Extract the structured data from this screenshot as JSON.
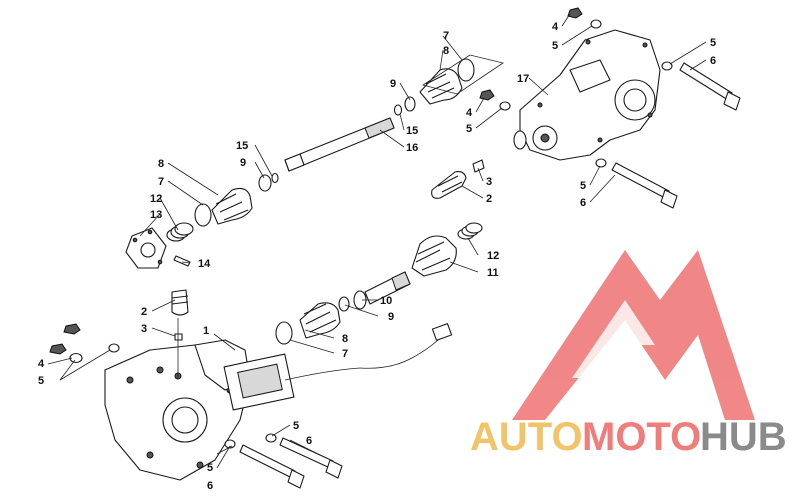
{
  "callouts": [
    {
      "id": "c1",
      "text": "1"
    },
    {
      "id": "c2a",
      "text": "2"
    },
    {
      "id": "c2b",
      "text": "2"
    },
    {
      "id": "c3a",
      "text": "3"
    },
    {
      "id": "c3b",
      "text": "3"
    },
    {
      "id": "c4a",
      "text": "4"
    },
    {
      "id": "c4b",
      "text": "4"
    },
    {
      "id": "c4c",
      "text": "4"
    },
    {
      "id": "c5a",
      "text": "5"
    },
    {
      "id": "c5b",
      "text": "5"
    },
    {
      "id": "c5c",
      "text": "5"
    },
    {
      "id": "c5d",
      "text": "5"
    },
    {
      "id": "c5e",
      "text": "5"
    },
    {
      "id": "c5f",
      "text": "5"
    },
    {
      "id": "c5g",
      "text": "5"
    },
    {
      "id": "c6a",
      "text": "6"
    },
    {
      "id": "c6b",
      "text": "6"
    },
    {
      "id": "c6c",
      "text": "6"
    },
    {
      "id": "c6d",
      "text": "6"
    },
    {
      "id": "c7a",
      "text": "7"
    },
    {
      "id": "c7b",
      "text": "7"
    },
    {
      "id": "c7c",
      "text": "7"
    },
    {
      "id": "c8a",
      "text": "8"
    },
    {
      "id": "c8b",
      "text": "8"
    },
    {
      "id": "c8c",
      "text": "8"
    },
    {
      "id": "c9a",
      "text": "9"
    },
    {
      "id": "c9b",
      "text": "9"
    },
    {
      "id": "c9c",
      "text": "9"
    },
    {
      "id": "c10",
      "text": "10"
    },
    {
      "id": "c11",
      "text": "11"
    },
    {
      "id": "c12a",
      "text": "12"
    },
    {
      "id": "c12b",
      "text": "12"
    },
    {
      "id": "c13",
      "text": "13"
    },
    {
      "id": "c14",
      "text": "14"
    },
    {
      "id": "c15a",
      "text": "15"
    },
    {
      "id": "c15b",
      "text": "15"
    },
    {
      "id": "c16",
      "text": "16"
    },
    {
      "id": "c17",
      "text": "17"
    }
  ],
  "watermark": {
    "brand_part1": "AUTO",
    "brand_part2": "MOTO",
    "brand_part3": "HUB",
    "color_part1": "#f2c46a",
    "color_part2": "#f07c7c",
    "color_part3": "#8a8a8a",
    "logo_color": "#ef7272"
  }
}
